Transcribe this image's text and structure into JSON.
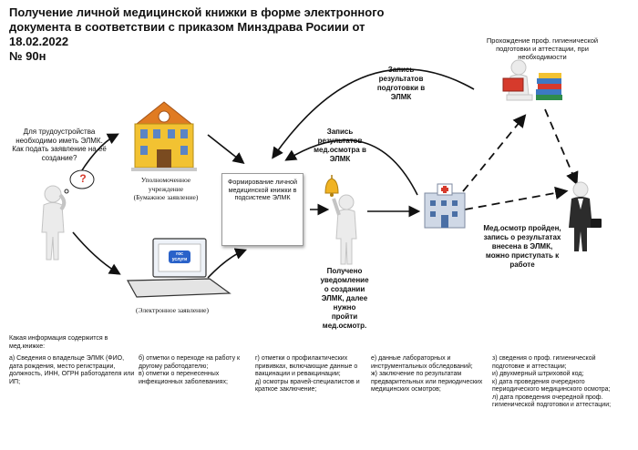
{
  "title": "Получение личной медицинской книжки в форме электронного\nдокумента в соответствии с приказом Минздрава Росиии от 18.02.2022\n№ 90н",
  "question": "Для трудоустройства\nнеобходимо иметь ЭЛМК.\nКак подать заявление на её\nсоздание?",
  "question_mark": "?",
  "office_label": "Уполномоченное\nучреждение\n(Бумажное заявление)",
  "electronic_label": "(Электронное заявление)",
  "laptop_screen": "гос\nуслуги",
  "center_box": "Формирование личной\nмедицинской книжки в\nподсистеме ЭЛМК",
  "notified": "Получено\nуведомление\nо создании\nЭЛМК, далее\nнужно\nпройти\nмед.осмотр.",
  "record_medical": "Запись\nрезультатов\nмед.осмотра в\nЭЛМК",
  "record_training": "Запись\nрезультатов\nподготовки в\nЭЛМК",
  "training": "Прохождение проф. гигиенической\nподготовки и аттестации, при\nнеобходимости",
  "passed": "Мед.осмотр пройден,\nзапись о результатах\nвнесена в ЭЛМК,\nможно приступать к\nработе",
  "footer": {
    "title": "Какая информация содержится в\nмед.книжке:",
    "col_a": "а) Сведения о владельце ЭЛМК (ФИО,\nдата рождения, место регистрации,\nдолжность, ИНН, ОГРН работодателя или\nИП;",
    "col_b": "б) отметки о переходе на работу к\nдругому работодателю;\nв) отметки о перенесенных\nинфекционных заболеваниях;",
    "col_c": "г) отметки о профилактических\nпрививках, включающие данные о\nвакцинации и ревакцинации;\nд) осмотры врачей-специалистов и\nкраткое заключение;",
    "col_d": "е) данные лабораторных и\nинструментальных обследований;\nж) заключение по результатам\nпредварительных или периодических\nмедицинских осмотров;",
    "col_e": "з) сведения о проф. гигиенической\nподготовке и аттестации;\nи) двухмерный штриховой код;\nк) дата проведения очередного\nпериодического медицинского осмотра;\nл) дата проведения очередной проф.\nгигиенической подготовки и аттестации;"
  },
  "colors": {
    "building": "#f2c232",
    "roof": "#e07b22",
    "hospital": "#cfd8e6",
    "books_red": "#d63a2c",
    "books_blue": "#3d79c2",
    "bell": "#f0b323",
    "figure": "#ececec"
  },
  "icons": [
    "thinking-person-icon",
    "office-building-icon",
    "laptop-gosuslugi-icon",
    "computer-screen-icon",
    "bell-icon",
    "person-with-bell-icon",
    "hospital-icon",
    "reading-person-icon",
    "businessman-icon"
  ]
}
